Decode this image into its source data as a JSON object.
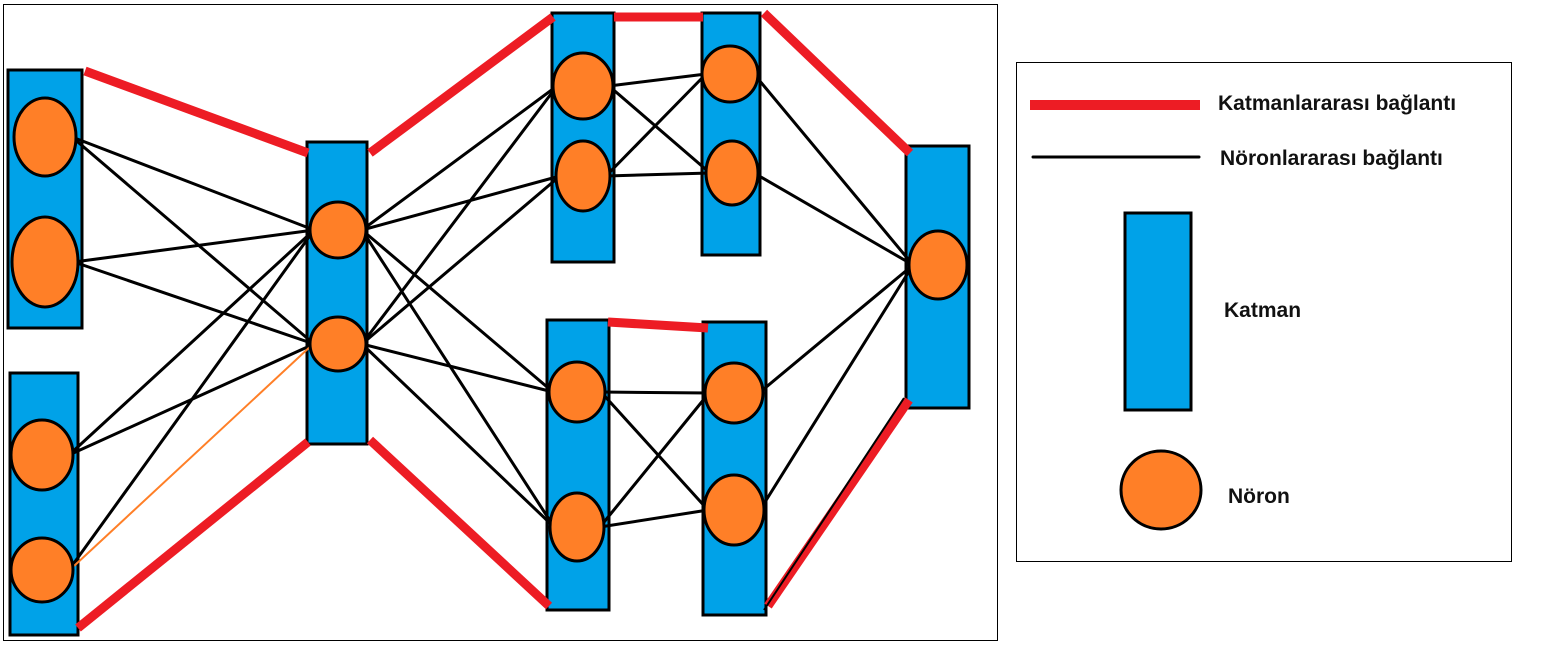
{
  "colors": {
    "layer_fill": "#00a2e8",
    "neuron_fill": "#ff7f27",
    "outline": "#000000",
    "inter_layer": "#ed1c24",
    "inter_neuron": "#000000",
    "stray_line": "#ff7f27"
  },
  "legend": {
    "inter_layer_label": "Katmanlararası bağlantı",
    "inter_neuron_label": "Nöronlararası bağlantı",
    "layer_label": "Katman",
    "neuron_label": "Nöron"
  }
}
